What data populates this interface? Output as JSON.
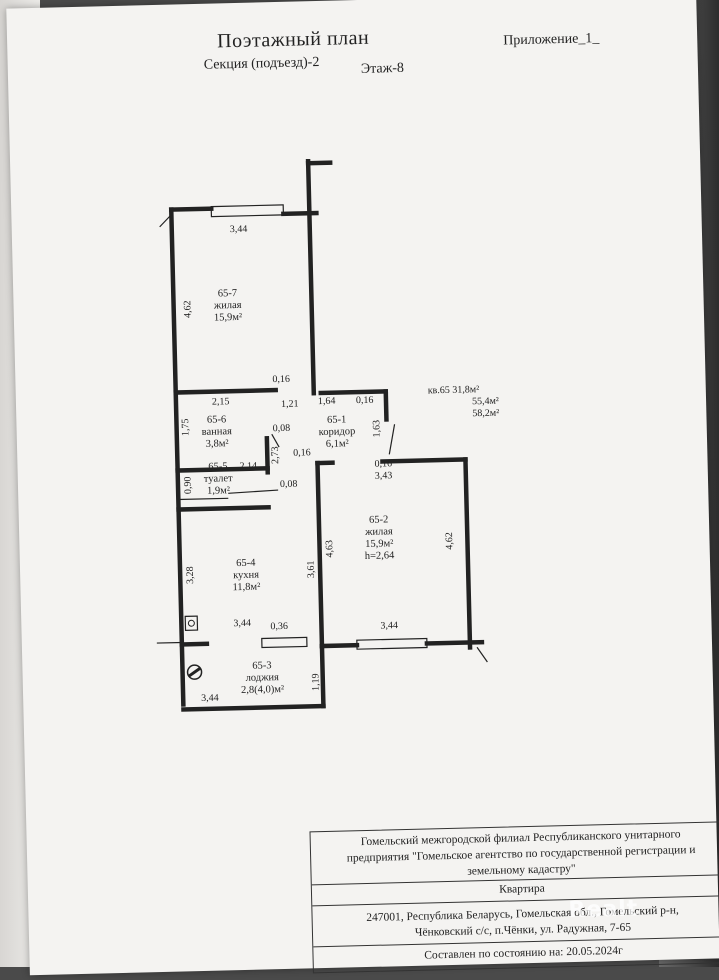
{
  "document": {
    "title": "Поэтажный план",
    "appendix": "Приложение_1_",
    "section": "Секция (подъезд)-2",
    "floor": "Этаж-8"
  },
  "summary": {
    "apartment": "кв.65",
    "area1": "31,8м²",
    "area2": "55,4м²",
    "area3": "58,2м²"
  },
  "rooms": {
    "r657": {
      "id": "65-7",
      "name": "жилая",
      "area": "15,9м²"
    },
    "r656": {
      "id": "65-6",
      "name": "ванная",
      "area": "3,8м²"
    },
    "r655": {
      "id": "65-5",
      "name": "туалет",
      "area": "1,9м²"
    },
    "r654": {
      "id": "65-4",
      "name": "кухня",
      "area": "11,8м²"
    },
    "r653": {
      "id": "65-3",
      "name": "лоджия",
      "area": "2,8(4,0)м²"
    },
    "r651": {
      "id": "65-1",
      "name": "коридор",
      "area": "6,1м²"
    },
    "r652": {
      "id": "65-2",
      "name": "жилая",
      "area": "15,9м²",
      "height": "h=2,64"
    }
  },
  "dimensions": {
    "d344_top": "3,44",
    "d462_left": "4,62",
    "d016_a": "0,16",
    "d215": "2,15",
    "d121": "1,21",
    "d164": "1,64",
    "d016_b": "0,16",
    "d175": "1,75",
    "d008_a": "0,08",
    "d273": "2,73",
    "d016_c": "0,16",
    "d214": "2,14",
    "d163": "1,63",
    "d016_d": "0,16",
    "d343": "3,43",
    "d090": "0,90",
    "d008_b": "0,08",
    "d463": "4,63",
    "d462_right": "4,62",
    "d328": "3,28",
    "d361": "3,61",
    "d344_kitchen": "3,44",
    "d036": "0,36",
    "d344_right": "3,44",
    "d119": "1,19",
    "d344_loggia": "3,44"
  },
  "stamp": {
    "org_line1": "Гомельский межгородской филиал Республиканского унитарного",
    "org_line2": "предприятия \"Гомельское агентство по государственной регистрации и",
    "org_line3": "земельному кадастру\"",
    "object": "Квартира",
    "address1": "247001, Республика Беларусь, Гомельская обл., Гомельский р-н,",
    "address2": "Чёнковский с/с, п.Чёнки, ул. Радужная, 7-65",
    "date": "Составлен по состоянию на: 20.05.2024г"
  }
}
